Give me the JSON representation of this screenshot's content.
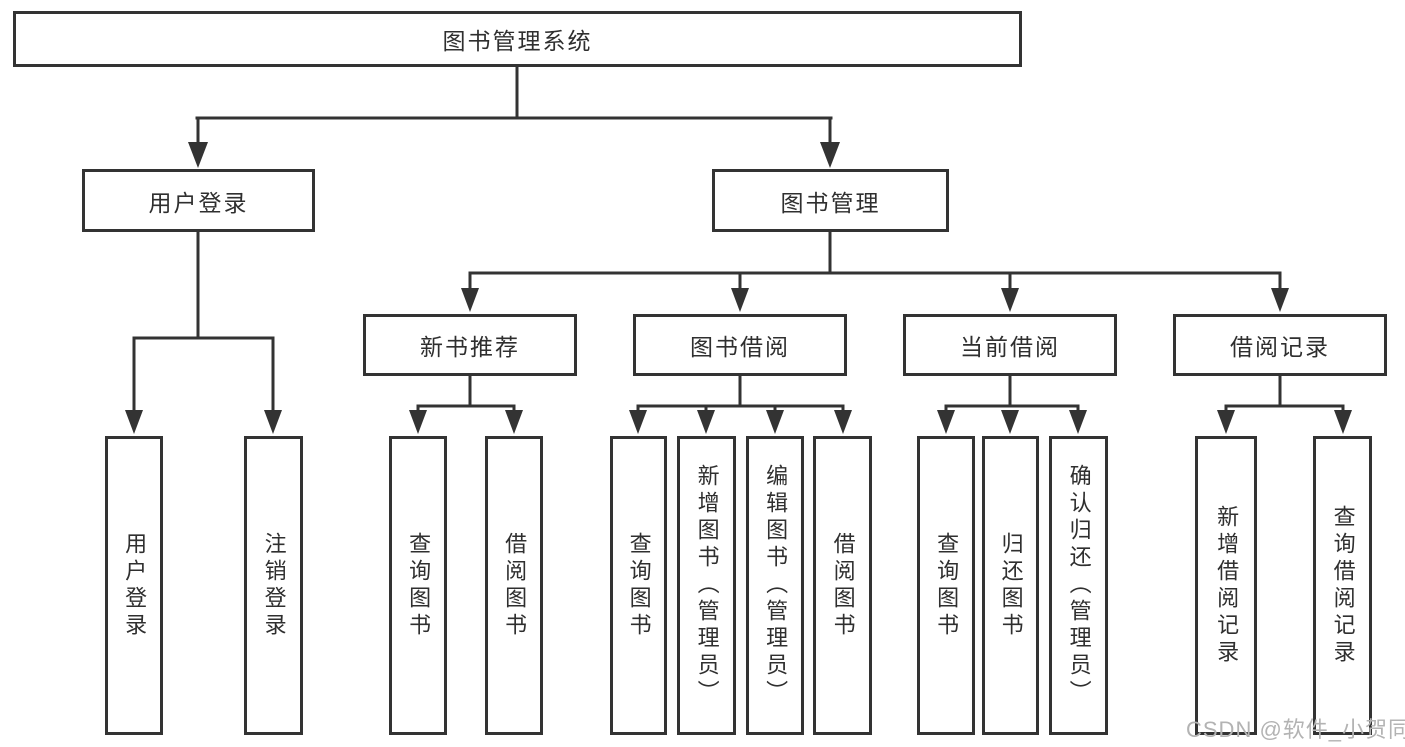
{
  "diagram": {
    "tree": {
      "label": "图书管理系统",
      "children": [
        {
          "label": "用户登录",
          "children": [
            {
              "label": "用户登录"
            },
            {
              "label": "注销登录"
            }
          ]
        },
        {
          "label": "图书管理",
          "children": [
            {
              "label": "新书推荐",
              "children": [
                {
                  "label": "查询图书"
                },
                {
                  "label": "借阅图书"
                }
              ]
            },
            {
              "label": "图书借阅",
              "children": [
                {
                  "label": "查询图书"
                },
                {
                  "label": "新增图书（管理员）"
                },
                {
                  "label": "编辑图书（管理员）"
                },
                {
                  "label": "借阅图书"
                }
              ]
            },
            {
              "label": "当前借阅",
              "children": [
                {
                  "label": "查询图书"
                },
                {
                  "label": "归还图书"
                },
                {
                  "label": "确认归还（管理员）"
                }
              ]
            },
            {
              "label": "借阅记录",
              "children": [
                {
                  "label": "新增借阅记录"
                },
                {
                  "label": "查询借阅记录"
                }
              ]
            }
          ]
        }
      ]
    },
    "watermark": "CSDN @软件_小贺同学",
    "colors": {
      "line": "#333333",
      "text": "#2f2f2f",
      "watermark": "#b3b3b3",
      "background": "#ffffff"
    }
  }
}
